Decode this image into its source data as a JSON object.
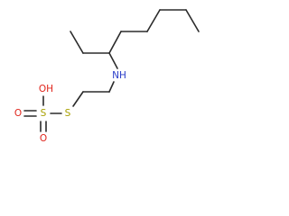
{
  "molecule": {
    "atoms": {
      "nitrogen": "NH",
      "thioether_sulfur": "S",
      "sulfonyl_sulfur": "S",
      "oxygen_top": "O",
      "oxygen_left": "O",
      "hydroxyl": "OH"
    },
    "colors": {
      "bond": "#2b2b2b",
      "nitrogen": "#2b3ec9",
      "sulfur": "#a8a000",
      "oxygen": "#e0241b"
    }
  }
}
